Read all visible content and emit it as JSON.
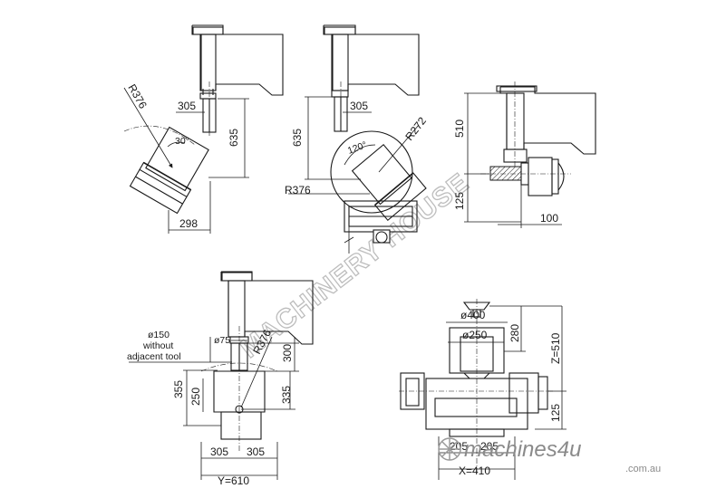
{
  "watermark": "MACHINERY HOUSE",
  "brand": {
    "name": "machines4u",
    "sub": ".com.au"
  },
  "views": {
    "top_left": {
      "r": "R376",
      "dim_305": "305",
      "dim_635": "635",
      "angle": "30°",
      "dim_298": "298"
    },
    "top_middle": {
      "dim_635": "635",
      "dim_305": "305",
      "r272": "R272",
      "angle": "120°",
      "r376": "R376"
    },
    "top_right": {
      "dim_510": "510",
      "dim_125": "125",
      "dim_100": "100"
    },
    "bottom_left": {
      "dia150": "ø150",
      "without": "without",
      "adjacent": "adjacent tool",
      "dia75": "ø75",
      "r376": "R376",
      "dim_300": "300",
      "dim_355": "355",
      "dim_250": "250",
      "dim_335": "335",
      "dim_305a": "305",
      "dim_305b": "305",
      "y": "Y=610"
    },
    "bottom_right": {
      "dia400": "ø400",
      "dim_280": "280",
      "dia250": "ø250",
      "z": "Z=510",
      "dim_125": "125",
      "dim_205a": "205",
      "dim_205b": "205",
      "x": "X=410"
    }
  }
}
